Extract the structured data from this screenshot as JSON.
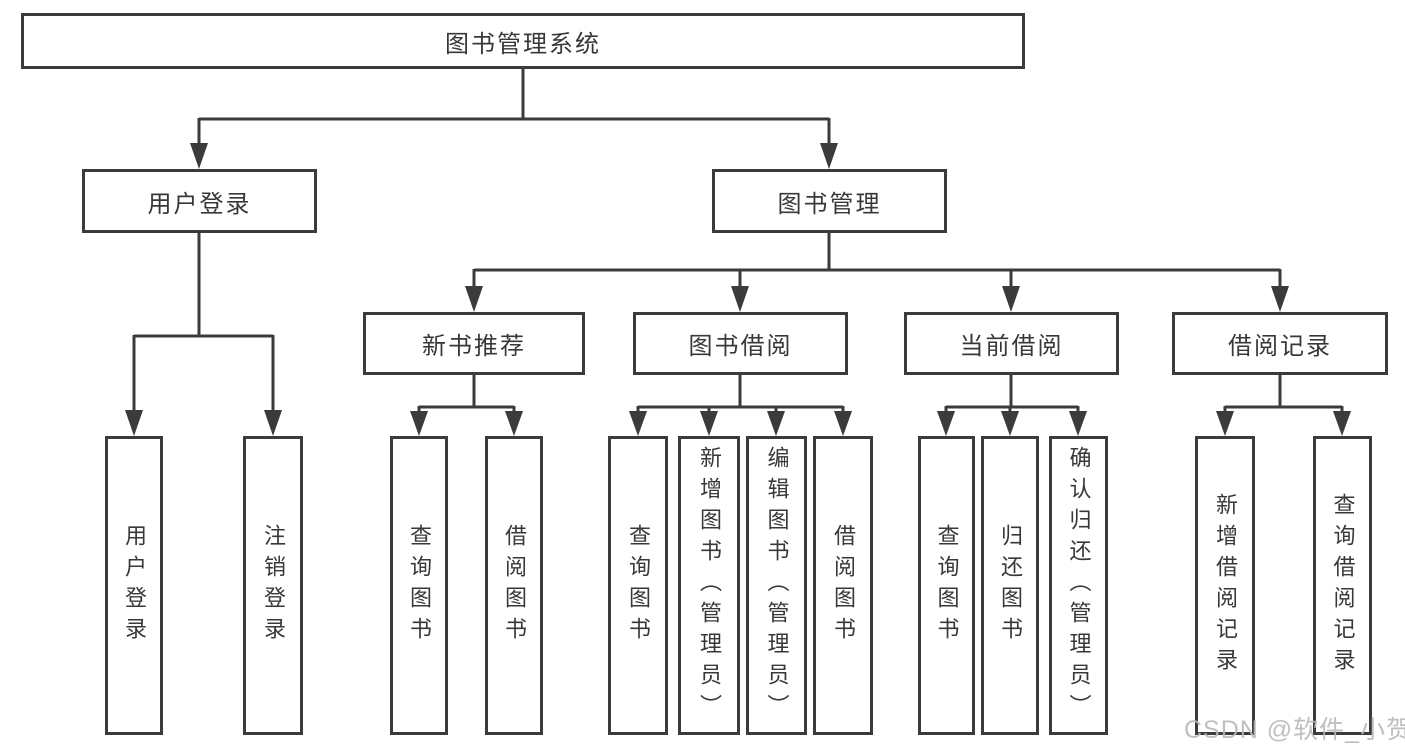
{
  "tree": {
    "root": "图书管理系统",
    "level1": {
      "user_login": "用户登录",
      "book_mgmt": "图书管理"
    },
    "level2": {
      "new_book": "新书推荐",
      "book_borrow": "图书借阅",
      "current_borrow": "当前借阅",
      "borrow_records": "借阅记录"
    },
    "leaves": {
      "ul_login": "用户登录",
      "ul_logout": "注销登录",
      "nb_query": "查询图书",
      "nb_borrow": "借阅图书",
      "bb_query": "查询图书",
      "bb_add": "新增图书（管理员）",
      "bb_edit": "编辑图书（管理员）",
      "bb_borrow": "借阅图书",
      "cb_query": "查询图书",
      "cb_return": "归还图书",
      "cb_confirm": "确认归还（管理员）",
      "br_add": "新增借阅记录",
      "br_query": "查询借阅记录"
    }
  },
  "watermark": "CSDN @软件_小贺同学",
  "colors": {
    "line": "#3b3b3b",
    "text": "#383838",
    "watermark": "#b9b9b9",
    "background": "#ffffff"
  }
}
